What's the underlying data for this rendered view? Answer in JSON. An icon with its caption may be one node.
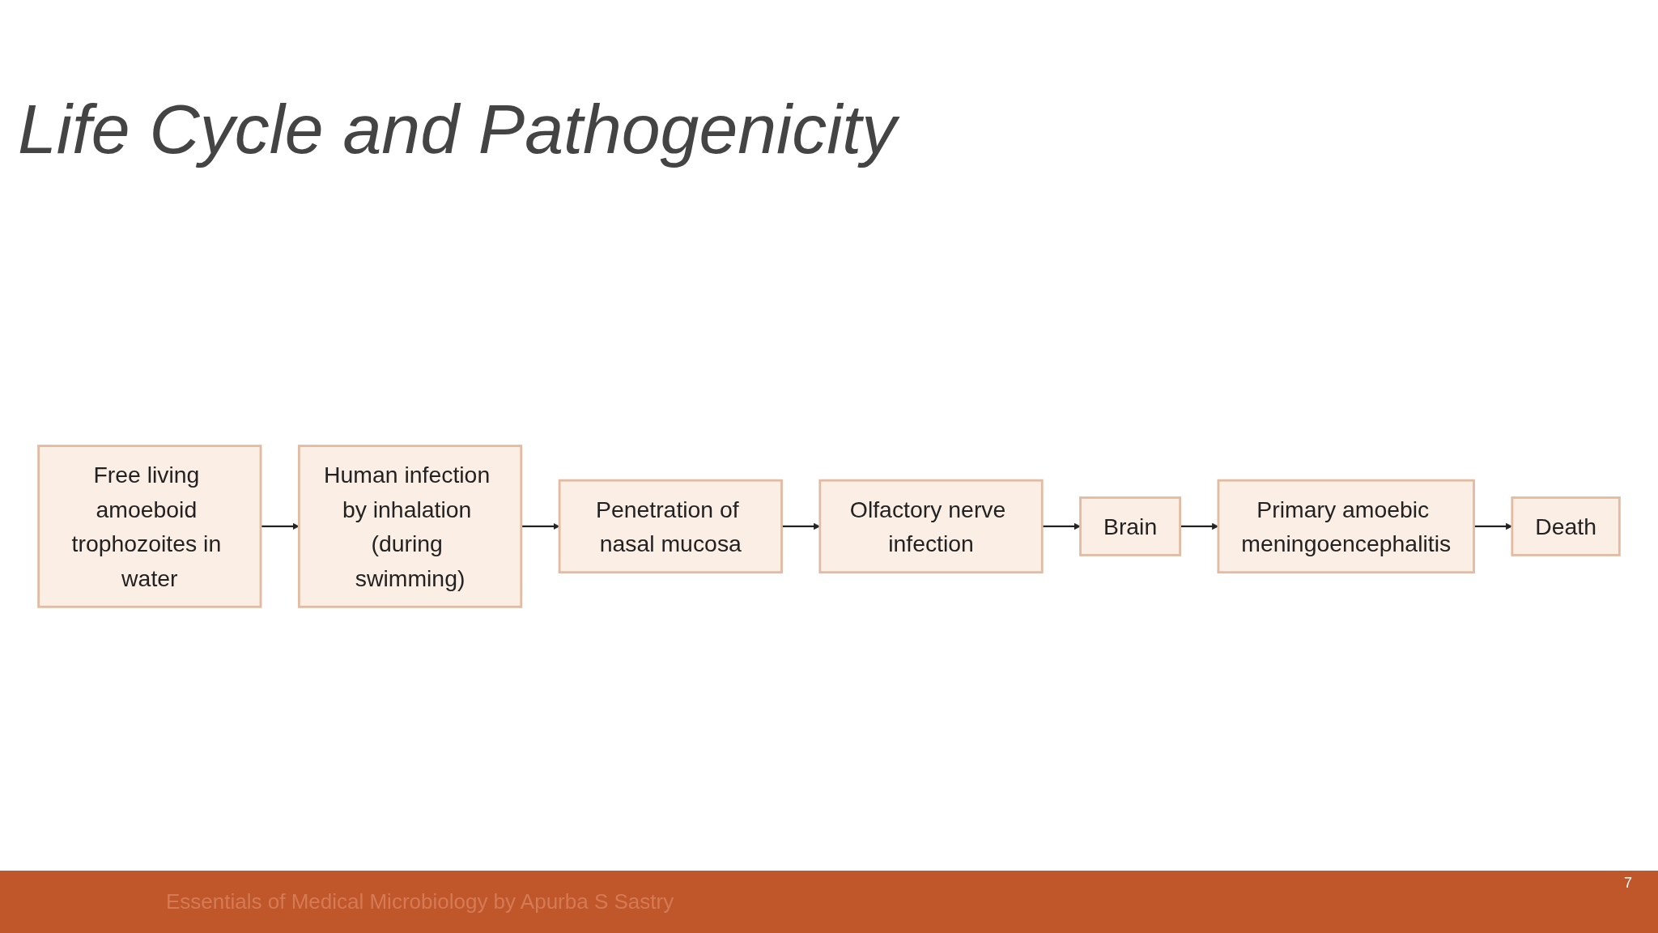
{
  "diagram": {
    "title": "Life Cycle and Pathogenicity",
    "nodes": [
      {
        "text": [
          "Free living amoeboid trophozoites in water"
        ]
      },
      {
        "text": [
          "Human infection by inhalation (during swimming)"
        ]
      },
      {
        "text": [
          "Penetration of nasal mucosa"
        ]
      },
      {
        "text": [
          "Olfactory nerve infection"
        ]
      },
      {
        "text": [
          "Brain"
        ]
      },
      {
        "text": [
          "Primary amoebic meningoencephalitis"
        ]
      },
      {
        "text": [
          "Death"
        ]
      }
    ],
    "edges": [
      {
        "from": 0,
        "to": 1,
        "arrow": "to"
      },
      {
        "from": 1,
        "to": 2,
        "arrow": "to"
      },
      {
        "from": 2,
        "to": 3,
        "arrow": "to"
      },
      {
        "from": 3,
        "to": 4,
        "arrow": "to"
      },
      {
        "from": 4,
        "to": 5,
        "arrow": "to"
      },
      {
        "from": 5,
        "to": 6,
        "arrow": "to"
      }
    ],
    "labels": [
      "7",
      "Essentials of Medical Microbiology by Apurba S Sastry"
    ]
  }
}
